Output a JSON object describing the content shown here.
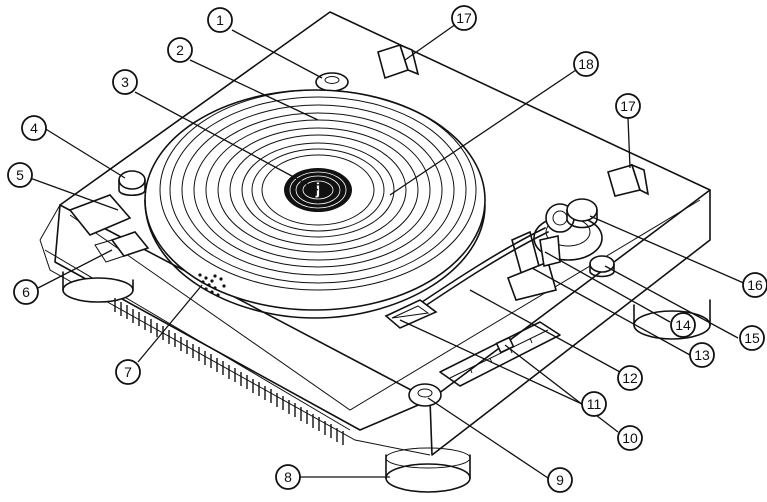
{
  "callouts": [
    "1",
    "2",
    "3",
    "4",
    "5",
    "6",
    "7",
    "8",
    "9",
    "10",
    "11",
    "12",
    "13",
    "14",
    "15",
    "16",
    "17",
    "18"
  ],
  "colors": {
    "line": "#111111",
    "background": "#ffffff"
  },
  "label": "j"
}
